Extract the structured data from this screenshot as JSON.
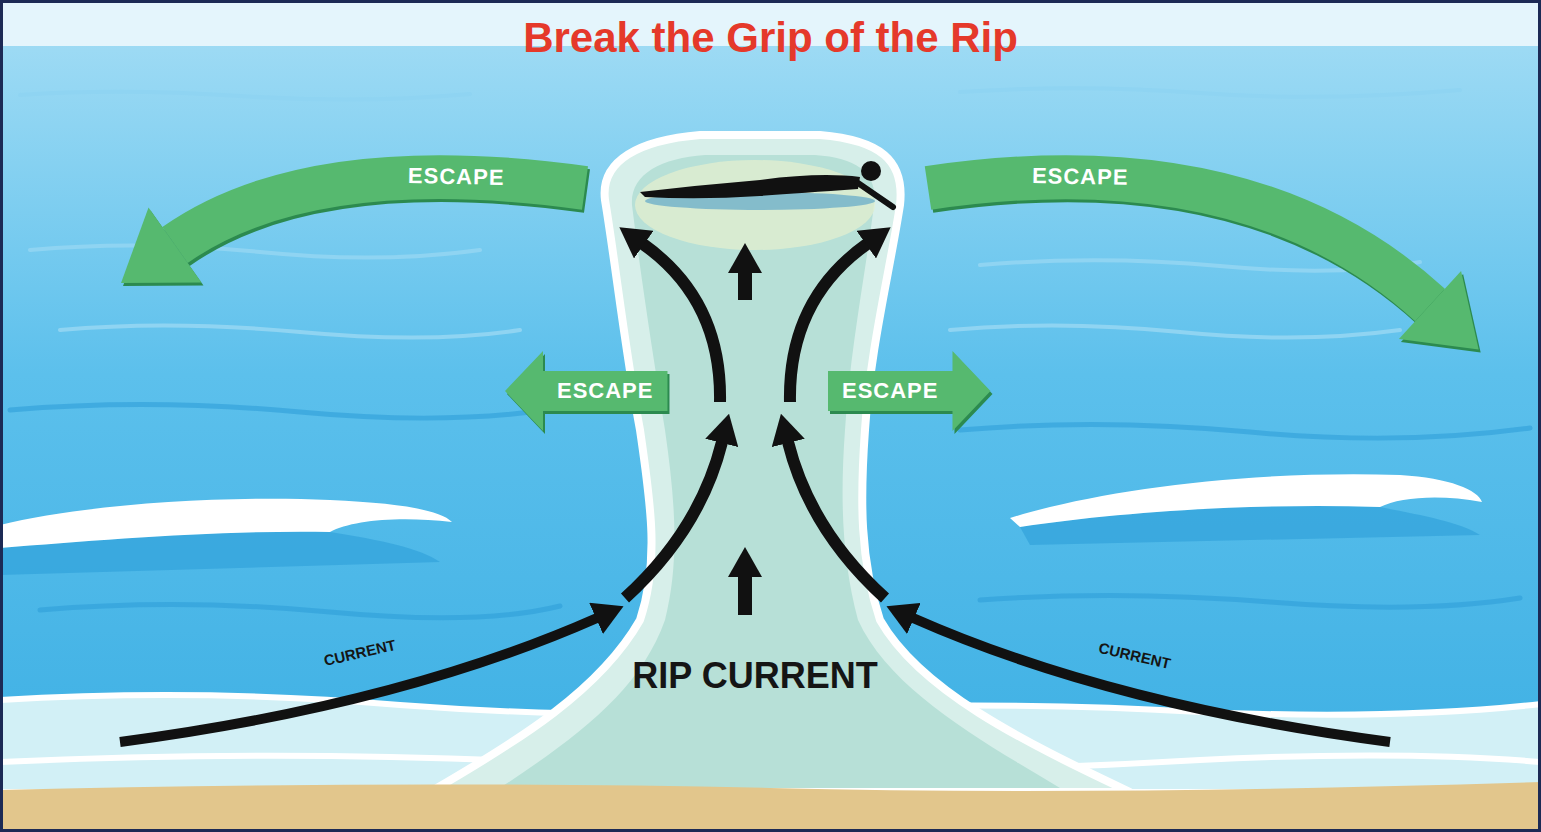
{
  "diagram": {
    "title": "Break the Grip of the Rip",
    "nodes": [
      {
        "text": [
          "ESCAPE"
        ]
      },
      {
        "text": [
          "ESCAPE"
        ]
      },
      {
        "text": [
          "ESCAPE"
        ]
      },
      {
        "text": [
          "ESCAPE"
        ]
      }
    ],
    "labels": [
      "RIP CURRENT",
      "CURRENT",
      "CURRENT"
    ]
  }
}
